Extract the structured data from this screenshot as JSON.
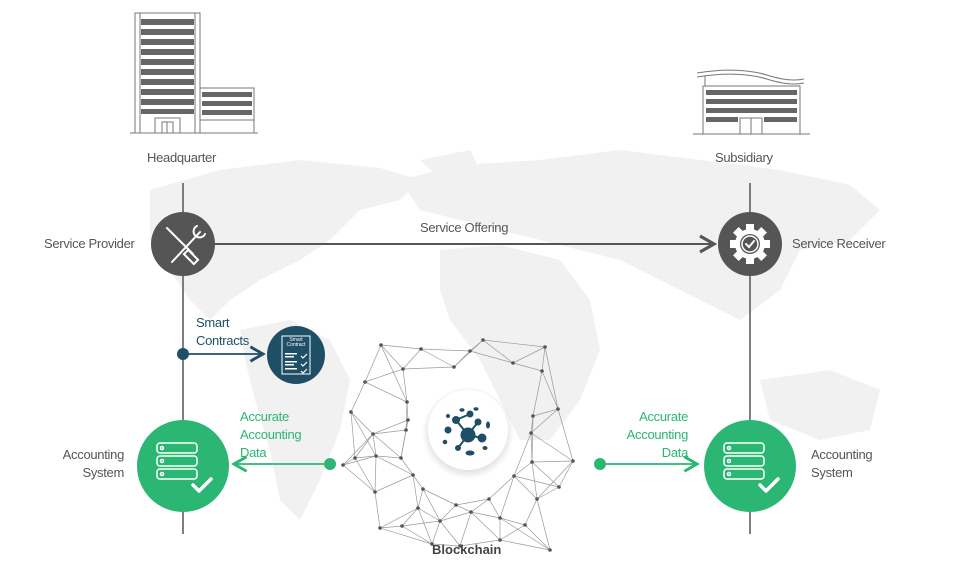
{
  "diagram": {
    "nodes": {
      "headquarter": {
        "label": "Headquarter",
        "icon": "office-tower-icon"
      },
      "subsidiary": {
        "label": "Subsidiary",
        "icon": "office-building-icon"
      },
      "service_provider": {
        "label": "Service Provider",
        "icon": "wrench-screwdriver-icon"
      },
      "service_receiver": {
        "label": "Service Receiver",
        "icon": "gear-check-icon"
      },
      "smart_contract": {
        "label_lines": [
          "Smart",
          "Contracts"
        ],
        "doc_title_lines": [
          "Smart",
          "Contract"
        ],
        "icon": "contract-document-icon"
      },
      "accounting_left": {
        "label_lines": [
          "Accounting",
          "System"
        ],
        "icon": "database-check-icon"
      },
      "accounting_right": {
        "label_lines": [
          "Accounting",
          "System"
        ],
        "icon": "database-check-icon"
      },
      "blockchain": {
        "label": "Blockchain",
        "icon": "network-sphere-icon"
      }
    },
    "edges": {
      "service_offering": {
        "label": "Service Offering",
        "from": "Service Provider",
        "to": "Service Receiver"
      },
      "accurate_left": {
        "label_lines": [
          "Accurate",
          "Accounting",
          "Data"
        ],
        "from": "Blockchain",
        "to": "Accounting System (left)"
      },
      "accurate_right": {
        "label_lines": [
          "Accurate",
          "Accounting",
          "Data"
        ],
        "from": "Blockchain",
        "to": "Accounting System (right)"
      },
      "smart_contracts_edge": {
        "from": "Headquarter line",
        "to": "Smart Contract"
      }
    },
    "colors": {
      "dark_gray": "#555555",
      "green": "#2bb673",
      "navy": "#1e4f67",
      "map": "#f0f0f0"
    }
  }
}
